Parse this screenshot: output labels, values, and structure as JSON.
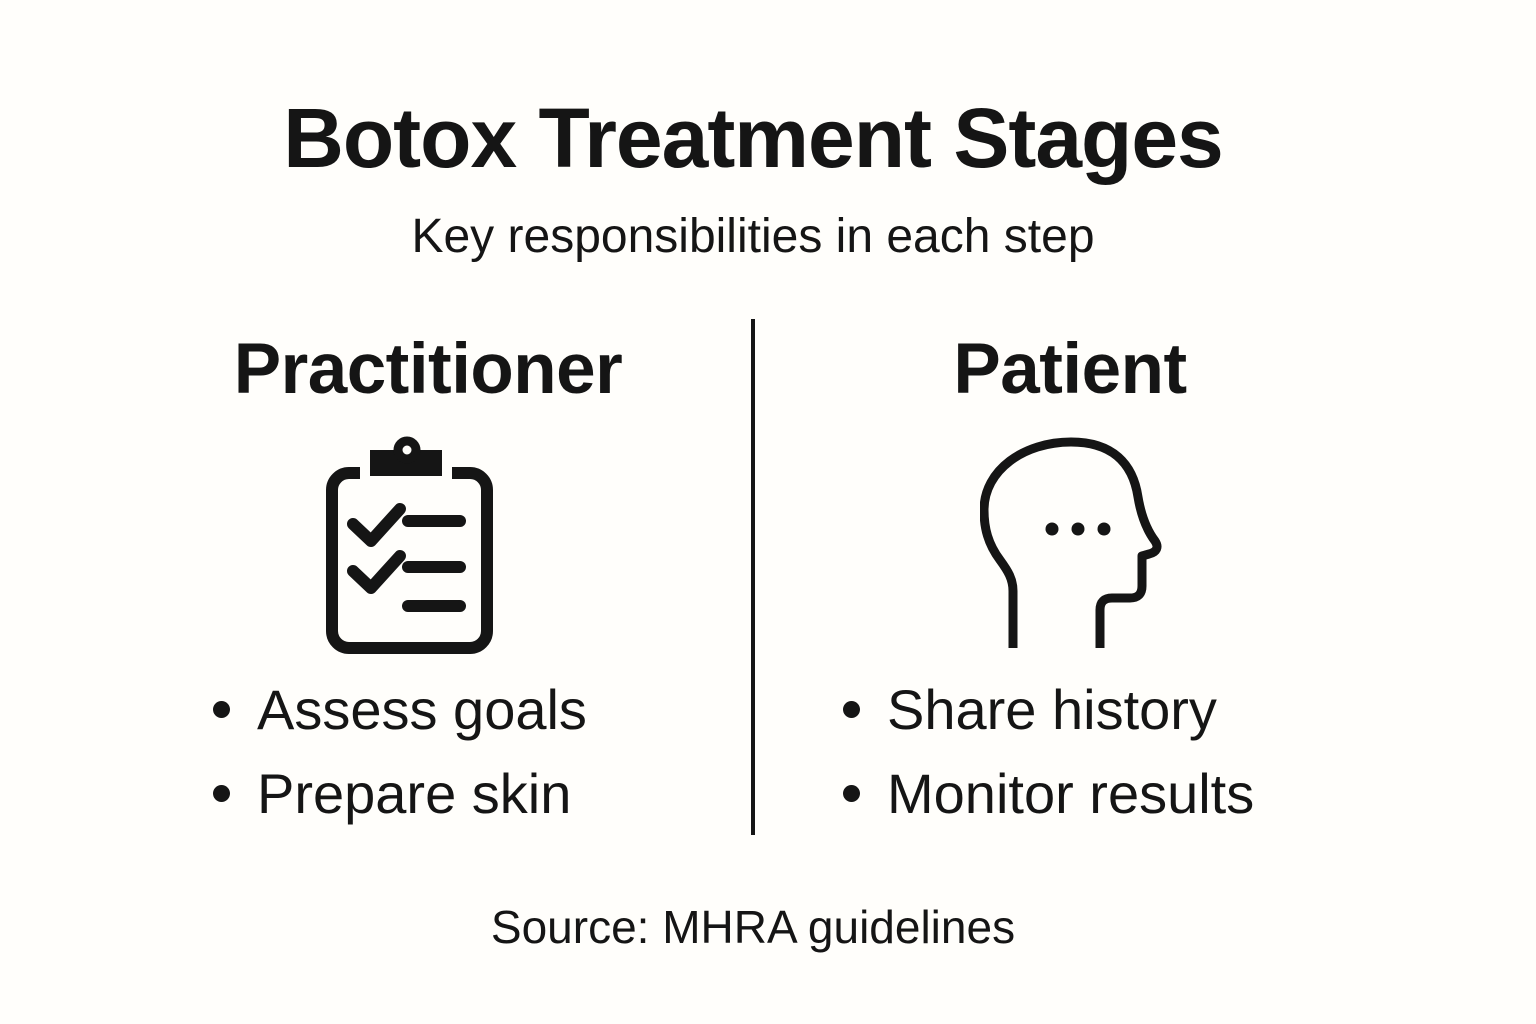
{
  "colors": {
    "background": "#fffefb",
    "ink": "#151515"
  },
  "header": {
    "title": "Botox Treatment Stages",
    "subtitle": "Key responsibilities in each step"
  },
  "columns": [
    {
      "heading": "Practitioner",
      "icon": "clipboard-checklist-icon",
      "bullets": [
        "Assess goals",
        "Prepare skin"
      ]
    },
    {
      "heading": "Patient",
      "icon": "head-profile-icon",
      "bullets": [
        "Share history",
        "Monitor results"
      ]
    }
  ],
  "footer": {
    "source": "Source: MHRA guidelines"
  }
}
